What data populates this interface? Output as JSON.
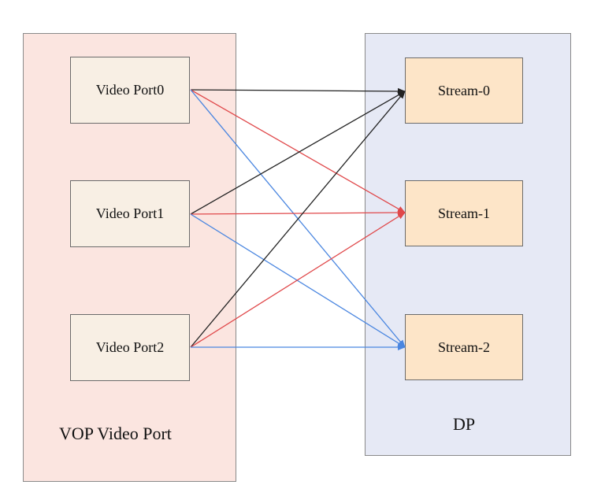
{
  "vop": {
    "label": "VOP Video Port",
    "ports": [
      "Video Port0",
      "Video Port1",
      "Video Port2"
    ]
  },
  "dp": {
    "label": "DP",
    "streams": [
      "Stream-0",
      "Stream-1",
      "Stream-2"
    ]
  },
  "colors": {
    "to_stream_0": "#222222",
    "to_stream_1": "#e0484a",
    "to_stream_2": "#4a86e0"
  }
}
